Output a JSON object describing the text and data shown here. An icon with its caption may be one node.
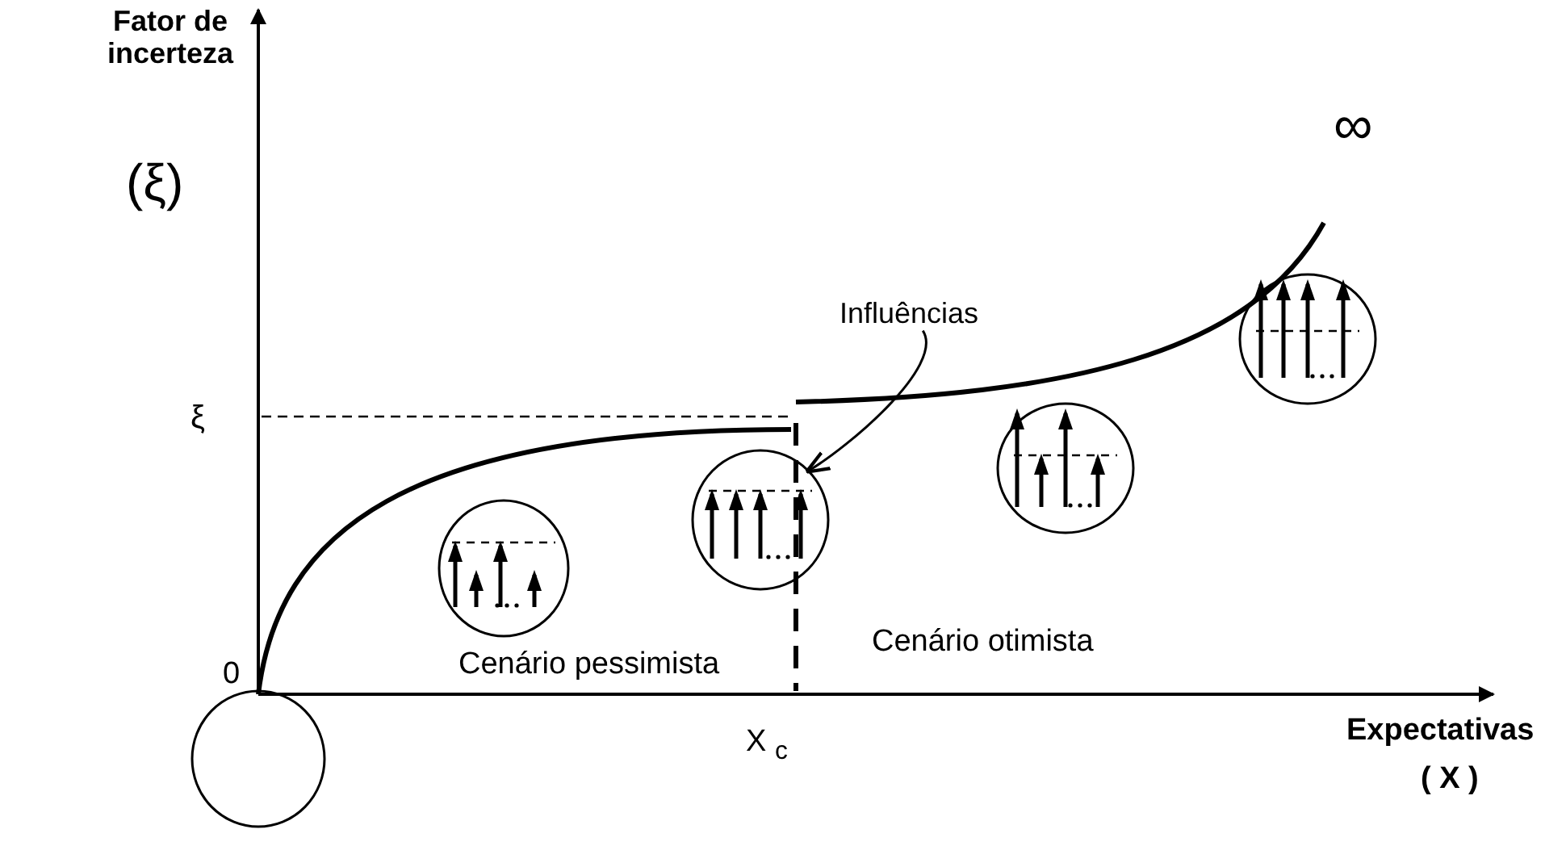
{
  "diagram": {
    "nodes": [
      {
        "text": [
          "Influências"
        ]
      },
      {
        "text": [],
        "shape": "circle"
      },
      {
        "text": [],
        "shape": "picture"
      },
      {
        "text": [],
        "shape": "picture"
      },
      {
        "text": [],
        "shape": "picture"
      },
      {
        "text": [],
        "shape": "picture"
      }
    ],
    "edges": [
      {
        "from": 0,
        "to": 3,
        "arrow": "to"
      }
    ],
    "labels": [
      "Fator de incerteza",
      "(ξ)",
      "∞",
      "ξ",
      "Cenário pessimista",
      "Cenário otimista",
      "0",
      "X $_{c}$",
      "Expectativas",
      "( X )"
    ]
  }
}
